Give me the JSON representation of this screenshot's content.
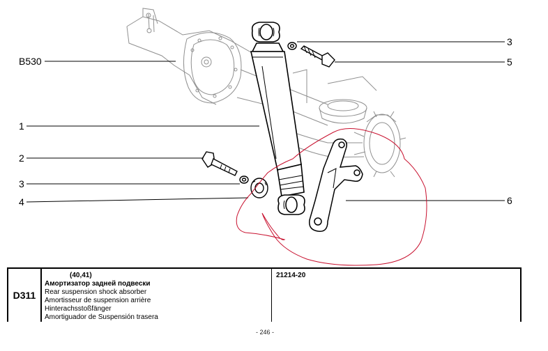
{
  "callouts": {
    "b530": "B530",
    "c1": "1",
    "c2": "2",
    "c3_left": "3",
    "c4": "4",
    "c3_right": "3",
    "c5": "5",
    "c6": "6"
  },
  "table": {
    "code": "D311",
    "quantity": "(40,41)",
    "names": {
      "ru": "Амортизатор задней подвески",
      "en": "Rear suspension shock absorber",
      "fr": "Amortisseur de suspension arrière",
      "de": "Hinterachsstoßfänger",
      "es": "Amortiguador de Suspensión trasera"
    },
    "model": "21214-20"
  },
  "page_number": "- 246 -",
  "colors": {
    "ink": "#000000",
    "annotation": "#c8102e",
    "faint": "#9a9a9a"
  }
}
